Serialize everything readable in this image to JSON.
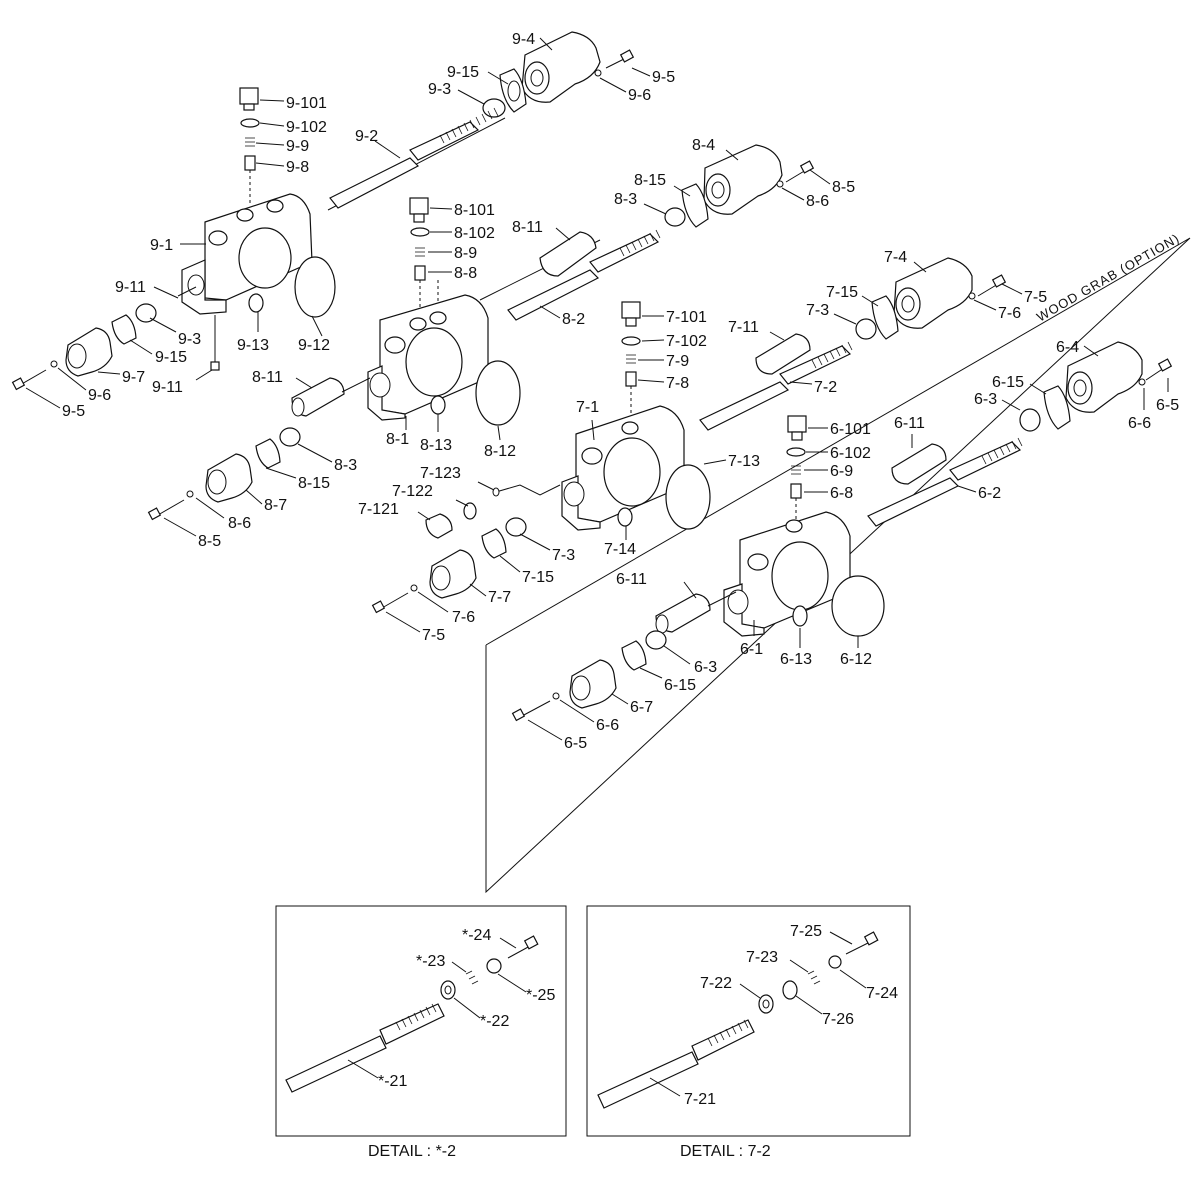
{
  "labels": {
    "l_9_4": "9-4",
    "l_9_15": "9-15",
    "l_9_3a": "9-3",
    "l_9_5": "9-5",
    "l_9_6": "9-6",
    "l_9_101": "9-101",
    "l_9_102": "9-102",
    "l_9_9": "9-9",
    "l_9_8": "9-8",
    "l_9_2": "9-2",
    "l_9_1": "9-1",
    "l_9_11a": "9-11",
    "l_9_3b": "9-3",
    "l_9_13": "9-13",
    "l_9_12": "9-12",
    "l_9_15b": "9-15",
    "l_9_7": "9-7",
    "l_9_6b": "9-6",
    "l_9_11b": "9-11",
    "l_9_5b": "9-5",
    "l_8_4": "8-4",
    "l_8_15": "8-15",
    "l_8_3": "8-3",
    "l_8_5": "8-5",
    "l_8_6": "8-6",
    "l_8_101": "8-101",
    "l_8_102": "8-102",
    "l_8_9": "8-9",
    "l_8_8": "8-8",
    "l_8_11": "8-11",
    "l_8_2": "8-2",
    "l_8_11b": "8-11",
    "l_8_1": "8-1",
    "l_8_13": "8-13",
    "l_8_12": "8-12",
    "l_8_3b": "8-3",
    "l_8_15b": "8-15",
    "l_8_7": "8-7",
    "l_8_6b": "8-6",
    "l_8_5b": "8-5",
    "l_7_4": "7-4",
    "l_7_15": "7-15",
    "l_7_3": "7-3",
    "l_7_5": "7-5",
    "l_7_6": "7-6",
    "l_7_101": "7-101",
    "l_7_102": "7-102",
    "l_7_9": "7-9",
    "l_7_8": "7-8",
    "l_7_11": "7-11",
    "l_7_2": "7-2",
    "l_7_1": "7-1",
    "l_7_13": "7-13",
    "l_7_123": "7-123",
    "l_7_122": "7-122",
    "l_7_121": "7-121",
    "l_7_3b": "7-3",
    "l_7_14": "7-14",
    "l_7_15b": "7-15",
    "l_7_7": "7-7",
    "l_7_6b": "7-6",
    "l_7_5b": "7-5",
    "l_6_4": "6-4",
    "l_6_15": "6-15",
    "l_6_3": "6-3",
    "l_6_5": "6-5",
    "l_6_6": "6-6",
    "l_6_101": "6-101",
    "l_6_102": "6-102",
    "l_6_9": "6-9",
    "l_6_8": "6-8",
    "l_6_11": "6-11",
    "l_6_2": "6-2",
    "l_6_11b": "6-11",
    "l_6_1": "6-1",
    "l_6_13": "6-13",
    "l_6_12": "6-12",
    "l_6_3b": "6-3",
    "l_6_15b": "6-15",
    "l_6_7": "6-7",
    "l_6_6b": "6-6",
    "l_6_5b": "6-5",
    "d1_24": "*-24",
    "d1_23": "*-23",
    "d1_25": "*-25",
    "d1_22": "*-22",
    "d1_21": "*-21",
    "d2_25": "7-25",
    "d2_23": "7-23",
    "d2_24": "7-24",
    "d2_22": "7-22",
    "d2_26": "7-26",
    "d2_21": "7-21"
  },
  "notes": {
    "wood_grab": "WOOD GRAB (OPTION)"
  },
  "captions": {
    "detail_star": "DETAIL : *-2",
    "detail_7": "DETAIL : 7-2"
  }
}
